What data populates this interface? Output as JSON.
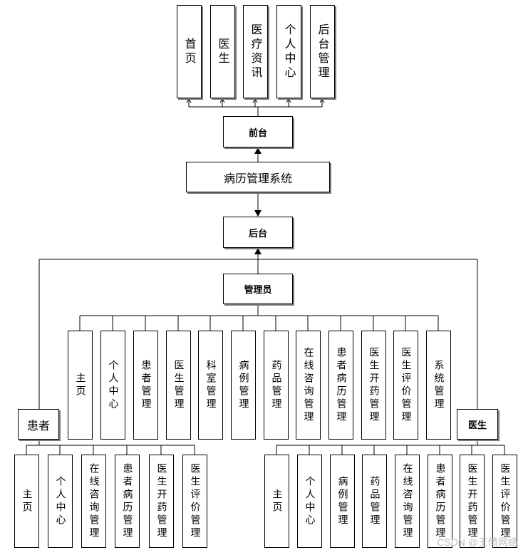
{
  "front_items": [
    "首页",
    "医生",
    "医疗资讯",
    "个人中心",
    "后台管理"
  ],
  "front": "前台",
  "system": "病历管理系统",
  "back": "后台",
  "admin": "管理员",
  "admin_items": [
    "主页",
    "个人中心",
    "患者管理",
    "医生管理",
    "科室管理",
    "病例管理",
    "药品管理",
    "在线咨询管理",
    "患者病历管理",
    "医生开药管理",
    "医生评价管理",
    "系统管理"
  ],
  "patient": "患者",
  "patient_items": [
    "主页",
    "个人中心",
    "在线咨询管理",
    "患者病历管理",
    "医生开药管理",
    "医生评价管理"
  ],
  "doctor": "医生",
  "doctor_items": [
    "主页",
    "个人中心",
    "病例管理",
    "药品管理",
    "在线咨询管理",
    "患者病历管理",
    "医生开药管理",
    "医生评价管理"
  ],
  "watermark": "CSDN @王倩网络"
}
